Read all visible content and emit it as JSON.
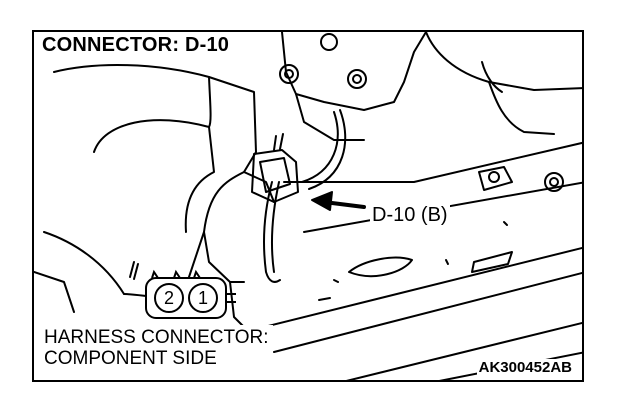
{
  "diagram": {
    "title": "CONNECTOR: D-10",
    "callout": "D-10 (B)",
    "harness_label_line1": "HARNESS CONNECTOR:",
    "harness_label_line2": "COMPONENT SIDE",
    "figure_code": "AK300452AB",
    "pins": [
      "2",
      "1"
    ]
  }
}
